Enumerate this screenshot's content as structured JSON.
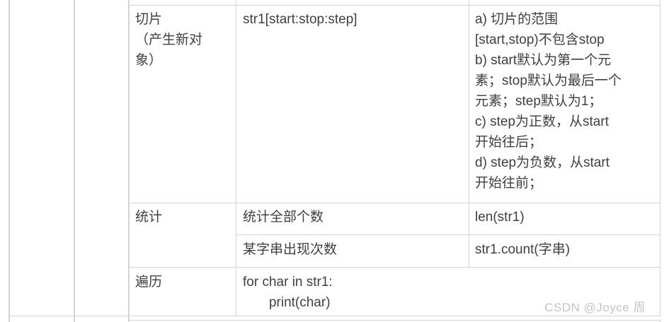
{
  "colors": {
    "background": "#ffffff",
    "border": "#d4d4d4",
    "text": "#3f3f3f",
    "watermark": "#c4c4c4"
  },
  "table": {
    "rows": {
      "slice": {
        "operation": "切片\n（产生新对\n象）",
        "syntax": "str1[start:stop:step]",
        "description": "a) 切片的范围\n[start,stop)不包含stop\nb) start默认为第一个元\n素；stop默认为最后一个\n元素；step默认为1；\nc) step为正数，从start\n开始往后；\nd) step为负数，从start\n开始往前；"
      },
      "count": {
        "operation": "统计",
        "sub_rows": {
          "all": {
            "syntax": "统计全部个数",
            "result": "len(str1)"
          },
          "substring": {
            "syntax": "某字串出现次数",
            "result": "str1.count(字串)"
          }
        }
      },
      "traverse": {
        "operation": "遍历",
        "code": "for char in str1:\n       print(char)"
      }
    }
  },
  "watermark": "CSDN @Joyce 周"
}
